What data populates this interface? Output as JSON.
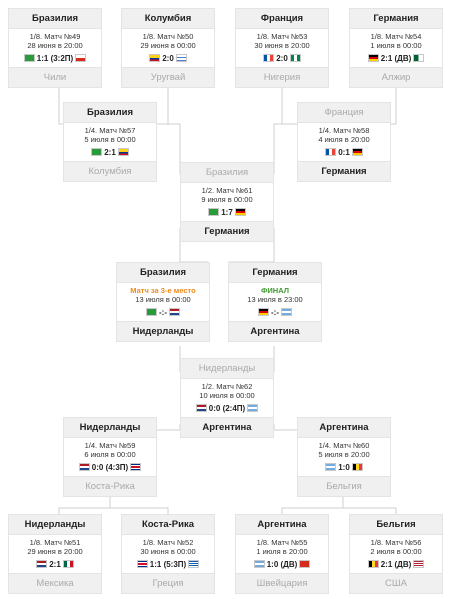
{
  "matches": {
    "m49": {
      "top": "Бразилия",
      "stage": "1/8. Матч №49",
      "date": "28 июня в 20:00",
      "score": "1:1 (3:2П)",
      "bottom": "Чили",
      "flag1": "brazil-flag-icon",
      "flag2": "chile-flag-icon"
    },
    "m50": {
      "top": "Колумбия",
      "stage": "1/8. Матч №50",
      "date": "29 июня в 00:00",
      "score": "2:0",
      "bottom": "Уругвай",
      "flag1": "colombia-flag-icon",
      "flag2": "uruguay-flag-icon"
    },
    "m53": {
      "top": "Франция",
      "stage": "1/8. Матч №53",
      "date": "30 июня в 20:00",
      "score": "2:0",
      "bottom": "Нигерия",
      "flag1": "france-flag-icon",
      "flag2": "nigeria-flag-icon"
    },
    "m54": {
      "top": "Германия",
      "stage": "1/8. Матч №54",
      "date": "1 июля в 00:00",
      "score": "2:1 (ДВ)",
      "bottom": "Алжир",
      "flag1": "germany-flag-icon",
      "flag2": "algeria-flag-icon"
    },
    "m57": {
      "top": "Бразилия",
      "stage": "1/4. Матч №57",
      "date": "5 июля в 00:00",
      "score": "2:1",
      "bottom": "Колумбия",
      "flag1": "brazil-flag-icon",
      "flag2": "colombia-flag-icon"
    },
    "m58": {
      "top": "Франция",
      "stage": "1/4. Матч №58",
      "date": "4 июля в 20:00",
      "score": "0:1",
      "bottom": "Германия",
      "flag1": "france-flag-icon",
      "flag2": "germany-flag-icon"
    },
    "m61": {
      "top": "Бразилия",
      "stage": "1/2. Матч №61",
      "date": "9 июля в 00:00",
      "score": "1:7",
      "bottom": "Германия",
      "flag1": "brazil-flag-icon",
      "flag2": "germany-flag-icon"
    },
    "third": {
      "top": "Бразилия",
      "stage": "Матч за 3-е место",
      "date": "13 июля в 00:00",
      "score": "-:-",
      "bottom": "Нидерланды",
      "flag1": "brazil-flag-icon",
      "flag2": "netherlands-flag-icon"
    },
    "final": {
      "top": "Германия",
      "stage": "ФИНАЛ",
      "date": "13 июля в 23:00",
      "score": "-:-",
      "bottom": "Аргентина",
      "flag1": "germany-flag-icon",
      "flag2": "argentina-flag-icon"
    },
    "m62": {
      "top": "Нидерланды",
      "stage": "1/2. Матч №62",
      "date": "10 июля в 00:00",
      "score": "0:0 (2:4П)",
      "bottom": "Аргентина",
      "flag1": "netherlands-flag-icon",
      "flag2": "argentina-flag-icon"
    },
    "m59": {
      "top": "Нидерланды",
      "stage": "1/4. Матч №59",
      "date": "6 июля в 00:00",
      "score": "0:0 (4:3П)",
      "bottom": "Коста-Рика",
      "flag1": "netherlands-flag-icon",
      "flag2": "costa-rica-flag-icon"
    },
    "m60": {
      "top": "Аргентина",
      "stage": "1/4. Матч №60",
      "date": "5 июля в 20:00",
      "score": "1:0",
      "bottom": "Бельгия",
      "flag1": "argentina-flag-icon",
      "flag2": "belgium-flag-icon"
    },
    "m51": {
      "top": "Нидерланды",
      "stage": "1/8. Матч №51",
      "date": "29 июня в 20:00",
      "score": "2:1",
      "bottom": "Мексика",
      "flag1": "netherlands-flag-icon",
      "flag2": "mexico-flag-icon"
    },
    "m52": {
      "top": "Коста-Рика",
      "stage": "1/8. Матч №52",
      "date": "30 июня в 00:00",
      "score": "1:1 (5:3П)",
      "bottom": "Греция",
      "flag1": "costa-rica-flag-icon",
      "flag2": "greece-flag-icon"
    },
    "m55": {
      "top": "Аргентина",
      "stage": "1/8. Матч №55",
      "date": "1 июля в 20:00",
      "score": "1:0 (ДВ)",
      "bottom": "Швейцария",
      "flag1": "argentina-flag-icon",
      "flag2": "switzerland-flag-icon"
    },
    "m56": {
      "top": "Бельгия",
      "stage": "1/8. Матч №56",
      "date": "2 июля в 00:00",
      "score": "2:1 (ДВ)",
      "bottom": "США",
      "flag1": "belgium-flag-icon",
      "flag2": "usa-flag-icon"
    }
  },
  "colors": {
    "winner": "#222222",
    "loser": "#aaaaaa",
    "third_place": "#f08a1c",
    "final": "#3a9a2a",
    "line": "#cccccc"
  }
}
